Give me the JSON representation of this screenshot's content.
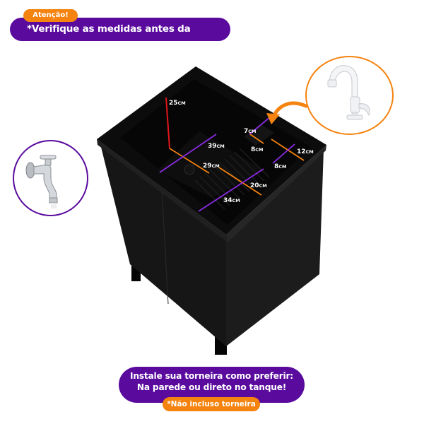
{
  "banner_top": {
    "tag": "Atenção!",
    "text": "*Verifique as medidas antes da compra."
  },
  "banner_bottom": {
    "line1": "Instale sua torneira como preferir:",
    "line2": "Na parede ou direto no tanque!",
    "tag": "*Não incluso torneira"
  },
  "faucet_options": [
    {
      "icon": "wall-faucet-icon",
      "type": "wall-mounted chrome faucet"
    },
    {
      "icon": "deck-faucet-icon",
      "type": "deck-mounted white faucet"
    }
  ],
  "dimensions": {
    "unit": "CM",
    "depth": "25",
    "basin_width": "39",
    "basin_length": "29",
    "washboard_width": "20",
    "washboard_length": "34",
    "soap_dish_width": "7",
    "soap_dish_length": "8",
    "side_tray_length": "12",
    "side_tray_width": "8"
  },
  "colors": {
    "purple": "#5a0b9e",
    "orange": "#f5830f",
    "depth_line": "#e0161b",
    "dim_purple": "#8a2be2",
    "cabinet": "#111111"
  }
}
